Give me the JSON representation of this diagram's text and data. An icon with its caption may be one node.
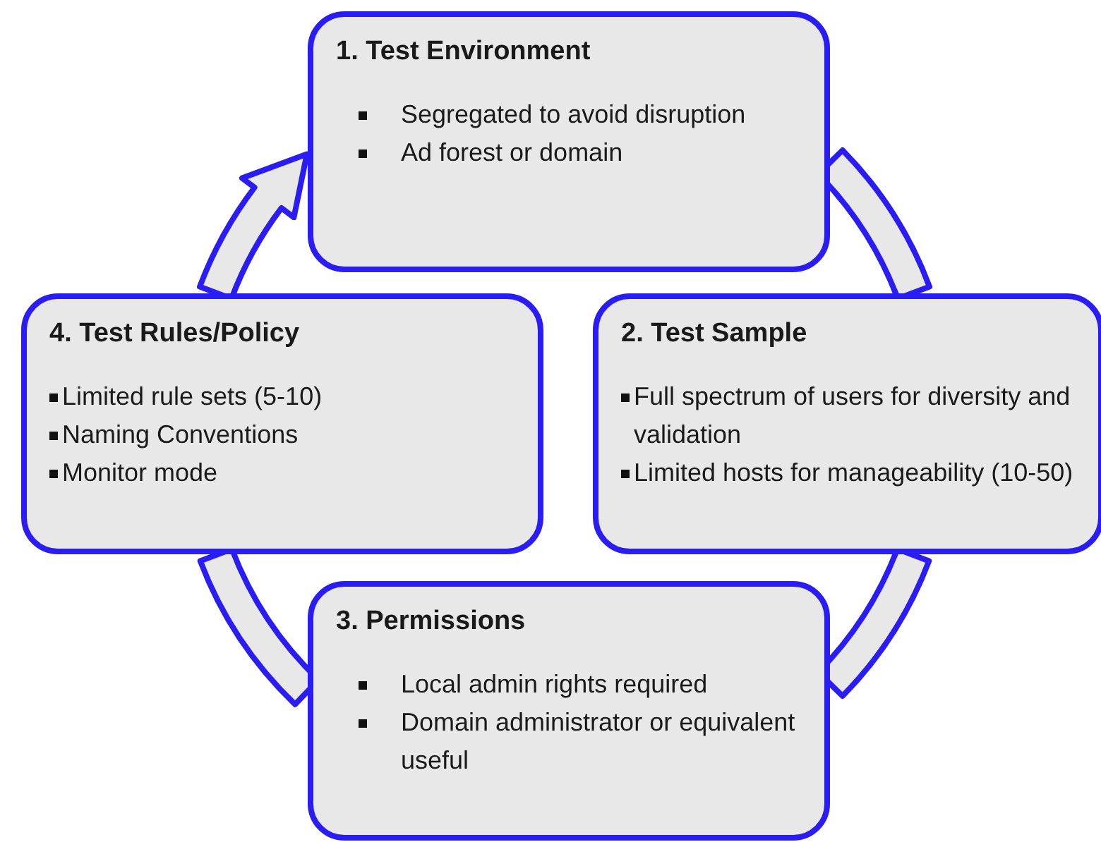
{
  "diagram": {
    "nodes": [
      {
        "text": [
          "1. Test Environment",
          "Segregated to avoid disruption",
          "Ad forest or domain"
        ]
      },
      {
        "text": [
          "2. Test Sample",
          "Full spectrum of users for diversity and validation",
          "Limited hosts for manageability (10-50)"
        ]
      },
      {
        "text": [
          "3. Permissions",
          "Local admin rights required",
          "Domain administrator or equivalent useful"
        ]
      },
      {
        "text": [
          "4. Test Rules/Policy",
          "Limited rule sets (5-10)",
          "Naming Conventions",
          "Monitor mode"
        ]
      }
    ],
    "edges": [
      {
        "from": 0,
        "to": 1,
        "arrow": "none"
      },
      {
        "from": 1,
        "to": 2,
        "arrow": "none"
      },
      {
        "from": 2,
        "to": 3,
        "arrow": "none"
      },
      {
        "from": 3,
        "to": 0,
        "arrow": "to"
      }
    ]
  }
}
